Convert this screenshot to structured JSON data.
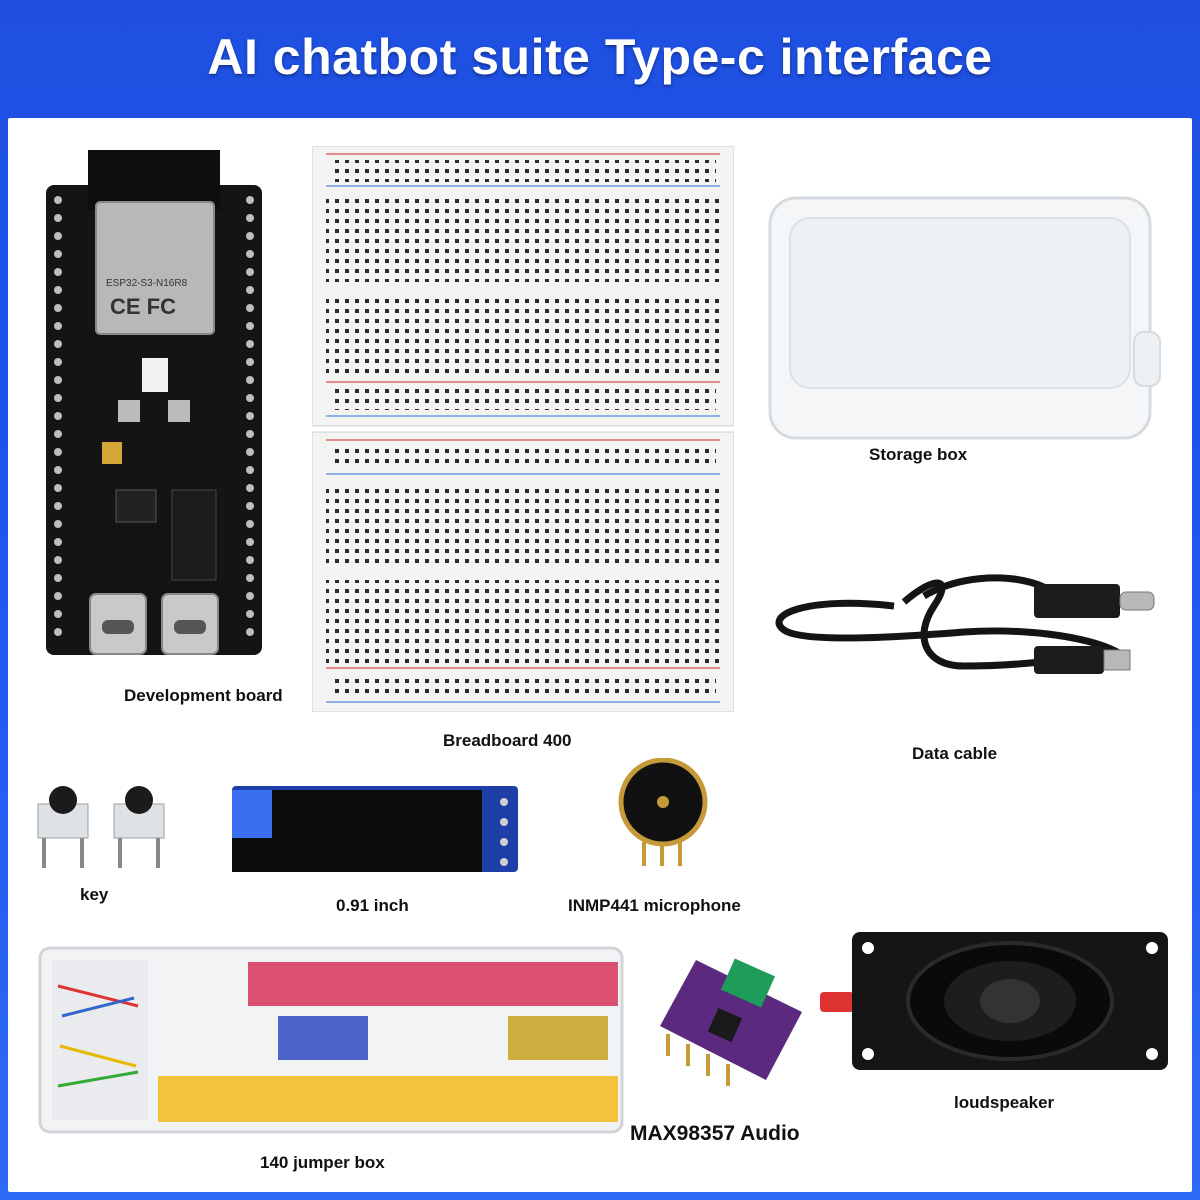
{
  "title": "AI chatbot suite Type-c interface",
  "colors": {
    "banner_blue": "#1f4fe0",
    "board_black": "#111111",
    "breadboard_white": "#f3f3f1",
    "amp_purple": "#5b2a7e",
    "terminal_green": "#1e9c5a"
  },
  "board": {
    "chip_text": "ESP32-S3-N16R8",
    "marks": "CE FC"
  },
  "items": {
    "development_board": "Development board",
    "breadboard": "Breadboard 400",
    "storage_box": "Storage box",
    "data_cable": "Data cable",
    "key": "key",
    "oled": "0.91 inch",
    "microphone": "INMP441 microphone",
    "jumper_box": "140 jumper box",
    "amplifier": "MAX98357 Audio",
    "speaker": "loudspeaker"
  }
}
